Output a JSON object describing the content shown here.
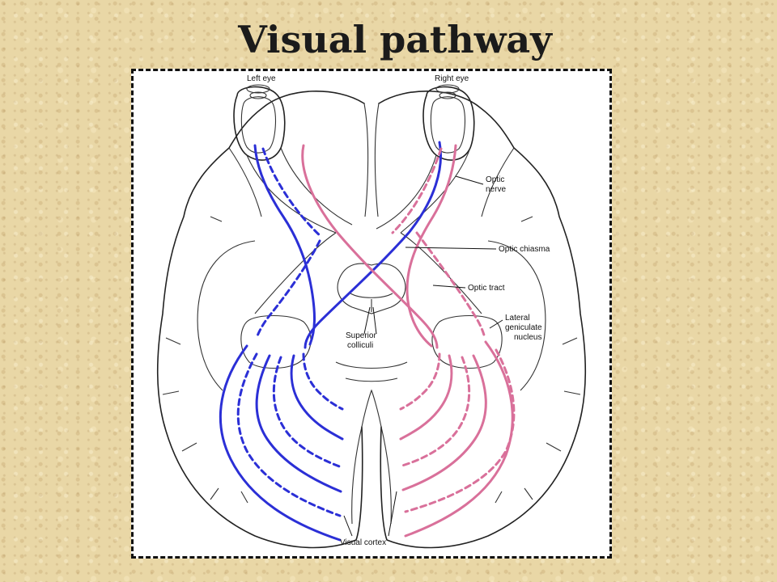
{
  "title": "Visual pathway",
  "labels": {
    "left_eye": "Left eye",
    "right_eye": "Right eye",
    "optic_nerve_1": "Optic",
    "optic_nerve_2": "nerve",
    "optic_chiasma": "Optic chiasma",
    "optic_tract": "Optic tract",
    "lgn_1": "Lateral",
    "lgn_2": "geniculate",
    "lgn_3": "nucleus",
    "sup_coll_1": "Superior",
    "sup_coll_2": "colliculi",
    "visual_cortex": "Visual cortex"
  },
  "colors": {
    "left_pathway": "#2b2fd6",
    "right_pathway": "#d9709a",
    "background": "#e9d7a6"
  }
}
